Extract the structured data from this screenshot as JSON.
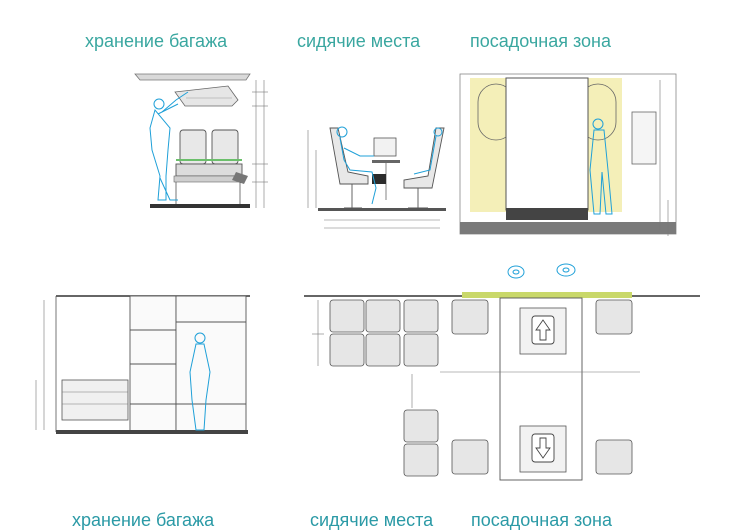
{
  "labels": {
    "top": [
      "хранение багажа",
      "сидячие места",
      "посадочная зона"
    ],
    "bottom": [
      "хранение багажа",
      "сидячие места",
      "посадочная зона"
    ]
  },
  "colors": {
    "label": "#3aa7a0",
    "figure": "#1fa0d8",
    "accent_green": "#6bbf6b",
    "zone_yellow": "#f4efb8",
    "line": "#555555",
    "seat": "#8a8a8a"
  },
  "icons": [
    "arrow-up-icon",
    "arrow-down-icon",
    "person-head-icon"
  ]
}
